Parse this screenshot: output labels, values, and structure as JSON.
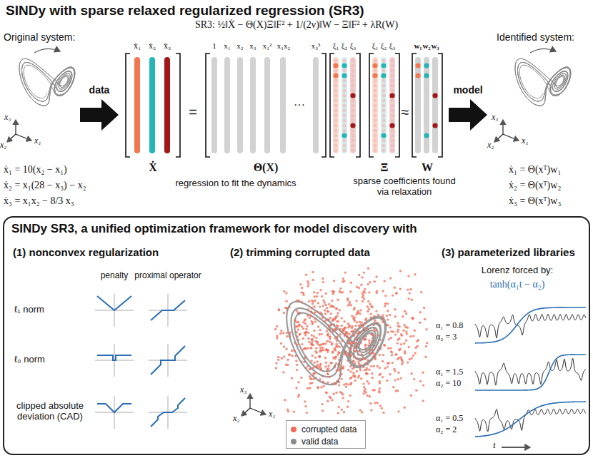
{
  "diagram": {
    "title": "SINDy with sparse relaxed regularized regression (SR3)",
    "nodes": [
      {
        "text": [
          "SINDy SR3, a unified optimization framework for model discovery with"
        ]
      }
    ],
    "labels": [
      "Original system:",
      "SR3: ½‖Ẋ − Θ(X)Ξ‖F² + 1/(2ν)‖W − Ξ‖F² + λR(W)",
      "x₃",
      "x₂",
      "x₁",
      "ẋ₁ = 10(x₂ − x₁)",
      "ẋ₂ = x₁(28 − x₃) − x₂",
      "ẋ₃ = x₁x₂ − 8/3 x₃",
      "data",
      "ẋ₁",
      "ẋ₂",
      "ẋ₃",
      "=",
      "1",
      "x₁",
      "x₂",
      "x₃",
      "x₁²",
      "x₁x₂",
      "···",
      "x₃³",
      "ξ₁",
      "ξ₂",
      "ξ₃",
      "Ẋ",
      "Θ(X)",
      "regression to fit the dynamics",
      "ξ₁",
      "ξ₂",
      "ξ₃",
      "≈",
      "w₁",
      "w₂",
      "w₃",
      "Ξ",
      "W",
      "sparse coefficients found via relaxation",
      "model",
      "Identified system:",
      "x₃",
      "x₂",
      "x₁",
      "ẋ₁ = Θ(xᵀ)w₁",
      "ẋ₂ = Θ(xᵀ)w₂",
      "ẋ₃ = Θ(xᵀ)w₃",
      "(1) nonconvex regularization",
      "penalty",
      "proximal operator",
      "ℓ₁ norm",
      "ℓ₀ norm",
      "clipped absolute deviation (CAD)",
      "(2) trimming corrupted data",
      "x₃",
      "x₂",
      "x₁",
      "(3) parameterized libraries",
      "Lorenz forced by:",
      "tanh(α₁t − α₂)",
      "α₁ = 0.8",
      "α₂ = 3",
      "α₁ = 1.5",
      "α₂ = 10",
      "α₁ = 0.5",
      "α₂ = 2",
      "t"
    ],
    "legend": [
      {
        "text": "corrupted data",
        "color": "#f26a55"
      },
      {
        "text": "valid data",
        "color": "#8c8c8c"
      }
    ]
  }
}
